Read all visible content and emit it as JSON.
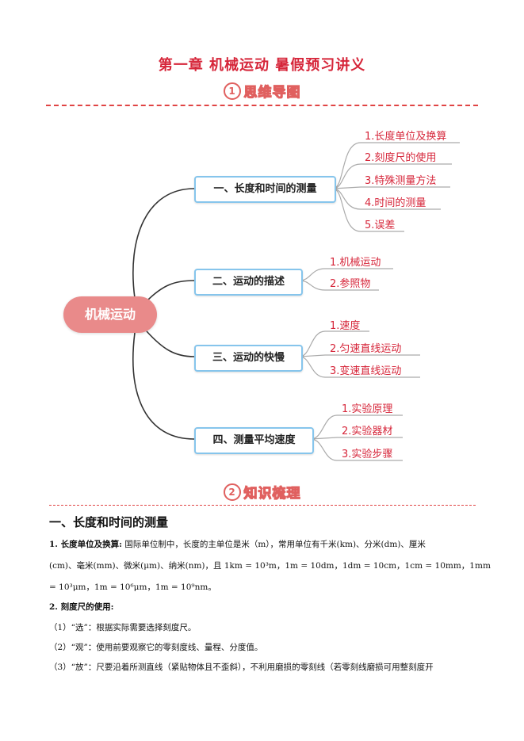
{
  "doc_title": "第一章 机械运动 暑假预习讲义",
  "section_badges": [
    {
      "num": "1",
      "label": "思维导图"
    },
    {
      "num": "2",
      "label": "知识梳理"
    }
  ],
  "mindmap": {
    "root": "机械运动",
    "branches": [
      {
        "label": "一、长度和时间的测量",
        "leaves": [
          "1.长度单位及换算",
          "2.刻度尺的使用",
          "3.特殊测量方法",
          "4.时间的测量",
          "5.误差"
        ]
      },
      {
        "label": "二、运动的描述",
        "leaves": [
          "1.机械运动",
          "2.参照物"
        ]
      },
      {
        "label": "三、运动的快慢",
        "leaves": [
          "1.速度",
          "2.匀速直线运动",
          "3.变速直线运动"
        ]
      },
      {
        "label": "四、测量平均速度",
        "leaves": [
          "1.实验原理",
          "2.实验器材",
          "3.实验步骤"
        ]
      }
    ]
  },
  "content": {
    "heading": "一、长度和时间的测量",
    "p1_label": "1. 长度单位及换算:",
    "p1_line1": " 国际单位制中，长度的主单位是米（m），常用单位有千米(km)、分米(dm)、厘米",
    "p1_line2": "(cm)、毫米(mm)、微米(μm)、纳米(nm)，且 1km = 10³m，1m = 10dm，1dm = 10cm，1cm = 10mm，1mm",
    "p1_line3": "= 10³μm，1m = 10⁶μm，1m = 10⁹nm。",
    "p2_label": "2. 刻度尺的使用:",
    "items": [
      "（1）“选”：根据实际需要选择刻度尺。",
      "（2）“观”：使用前要观察它的零刻度线、量程、分度值。",
      "（3）“放”：尺要沿着所测直线（紧贴物体且不歪斜），不利用磨损的零刻线（若零刻线磨损可用整刻度开"
    ]
  }
}
